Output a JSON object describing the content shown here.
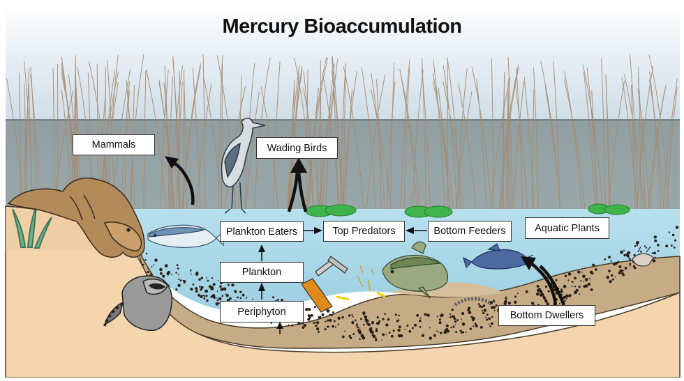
{
  "title": "Mercury Bioaccumulation",
  "labels": {
    "mammals": "Mammals",
    "wading_birds": "Wading Birds",
    "plankton_eaters": "Plankton Eaters",
    "top_predators": "Top Predators",
    "bottom_feeders": "Bottom Feeders",
    "aquatic_plants": "Aquatic Plants",
    "plankton": "Plankton",
    "periphyton": "Periphyton",
    "bottom_dwellers": "Bottom Dwellers"
  },
  "colors": {
    "sky_top": "#dce9f3",
    "marsh_gray": "#8e9ea1",
    "water": "#aad6e8",
    "sediment": "#c7ad86",
    "shore_sand": "#f4d7b2",
    "lily_pad": "#3fb44a"
  }
}
